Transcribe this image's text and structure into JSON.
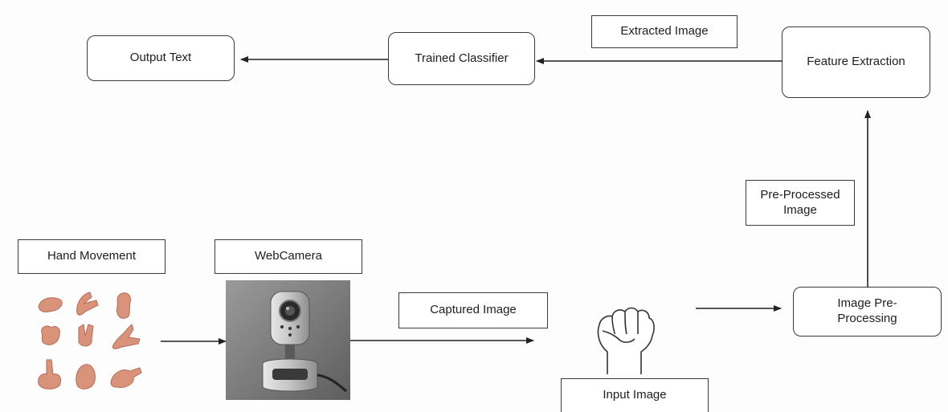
{
  "nodes": {
    "output_text": "Output Text",
    "trained_classifier": "Trained Classifier",
    "feature_extraction": "Feature Extraction",
    "image_preprocessing": "Image Pre-\nProcessing"
  },
  "labels": {
    "extracted_image": "Extracted Image",
    "preprocessed_image": "Pre-Processed\nImage",
    "hand_movement": "Hand Movement",
    "webcamera": "WebCamera",
    "captured_image": "Captured Image",
    "input_image": "Input Image"
  },
  "colors": {
    "stroke": "#3a3a3a",
    "skin": "#d9937b",
    "skin_dark": "#b96a55",
    "camera_bg": "#7d7d7d",
    "camera_body": "#c9c9c9"
  },
  "icons": {
    "hand_gestures": "hand-gestures-icon",
    "webcam": "webcam-icon",
    "raised_fist": "raised-fist-icon"
  }
}
